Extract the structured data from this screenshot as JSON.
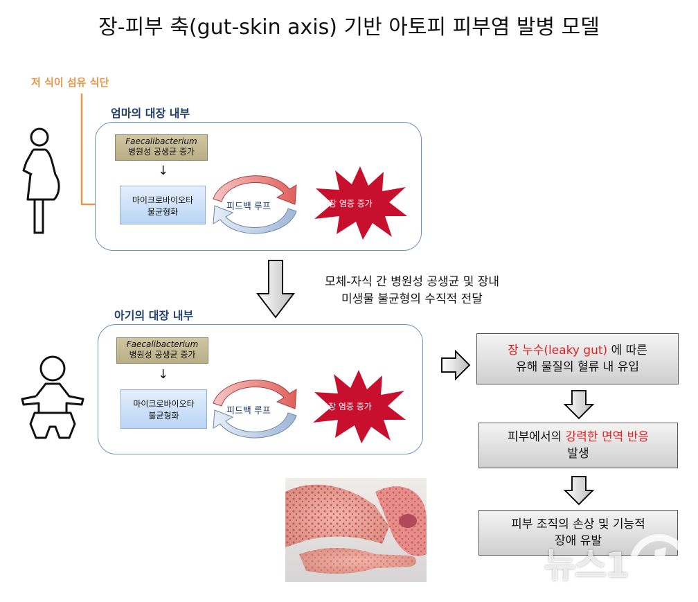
{
  "title": "장-피부 축(gut-skin axis) 기반 아토피 피부염 발병 모델",
  "diet_label": "저 식이 섬유 식단",
  "mother": {
    "section_label": "엄마의 대장 내부",
    "bacteria_name": "Faecalibacterium",
    "bacteria_text": "병원성 공생균 증가",
    "dysbiosis_line1": "마이크로바이오타",
    "dysbiosis_line2": "불균형화",
    "feedback_label": "피드백 루프",
    "inflammation_label": "장 염증 증가"
  },
  "transfer": {
    "line1": "모체-자식 간 병원성 공생균 및 장내",
    "line2": "미생물 불균형의 수직적 전달"
  },
  "baby": {
    "section_label": "아기의 대장 내부",
    "bacteria_name": "Faecalibacterium",
    "bacteria_text": "병원성 공생균 증가",
    "dysbiosis_line1": "마이크로바이오타",
    "dysbiosis_line2": "불균형화",
    "feedback_label": "피드백 루프",
    "inflammation_label": "장 염증 증가"
  },
  "steps": {
    "step1_red": "장 누수(leaky gut)",
    "step1_rest": " 에 따른",
    "step1_line2": "유해 물질의 혈류 내 유입",
    "step2_prefix": "피부에서의 ",
    "step2_red": "강력한 면역 반응",
    "step2_line2": "발생",
    "step3_line1": "피부 조직의 손상 및 기능적",
    "step3_line2": "장애 유발"
  },
  "watermark": "뉴스1",
  "colors": {
    "diet_arrow": "#e8954a",
    "burst": "#c8102e",
    "highlight_red": "#e02020",
    "section_label": "#1f3f6e"
  }
}
